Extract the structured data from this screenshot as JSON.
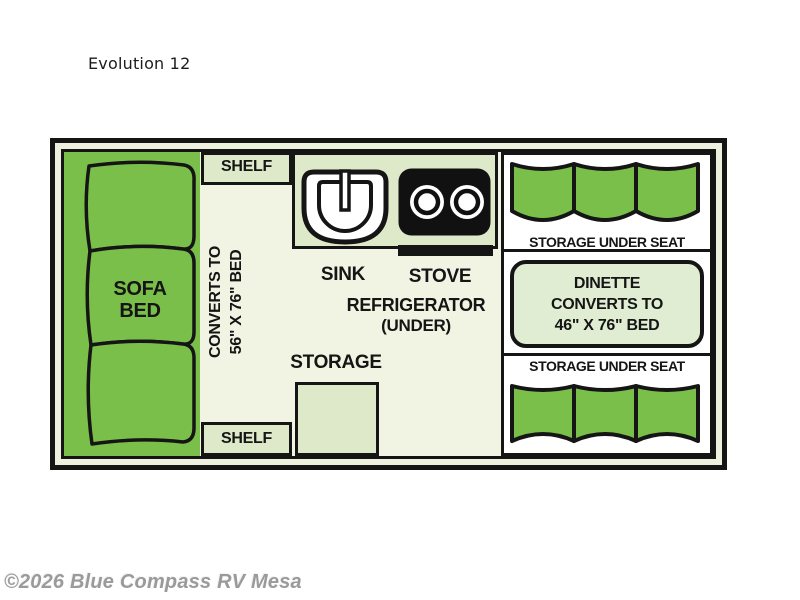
{
  "title": "Evolution 12",
  "watermark": "©2026 Blue Compass RV Mesa",
  "colors": {
    "cushion_green": "#7abf4a",
    "cabinet_sage": "#dde9c8",
    "table_green": "#e0edd2",
    "floor_cream": "#f2f4e3",
    "line_black": "#151515",
    "watermark_gray": "#9a9a9a"
  },
  "sofa": {
    "line1": "SOFA",
    "line2": "BED"
  },
  "converts": {
    "line1": "CONVERTS TO",
    "line2": "56\" X 76\" BED"
  },
  "shelves": {
    "top": "SHELF",
    "bottom": "SHELF"
  },
  "kitchen": {
    "sink": "SINK",
    "stove": "STOVE",
    "refrigerator": "REFRIGERATOR",
    "refrigerator_sub": "(UNDER)",
    "storage": "STORAGE"
  },
  "dinette": {
    "storage_top": "STORAGE UNDER SEAT",
    "table": {
      "line1": "DINETTE",
      "line2": "CONVERTS TO",
      "line3": "46\" X 76\" BED"
    },
    "storage_bottom": "STORAGE UNDER SEAT"
  }
}
